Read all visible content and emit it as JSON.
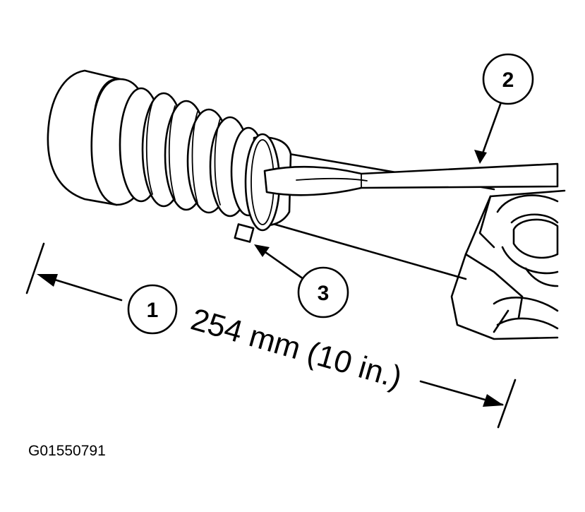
{
  "callouts": [
    {
      "id": "1",
      "label": "1"
    },
    {
      "id": "2",
      "label": "2"
    },
    {
      "id": "3",
      "label": "3"
    }
  ],
  "dimension": {
    "text": "254 mm (10 in.)"
  },
  "figure_id": "G01550791",
  "colors": {
    "ink": "#000000",
    "paper": "#ffffff"
  }
}
